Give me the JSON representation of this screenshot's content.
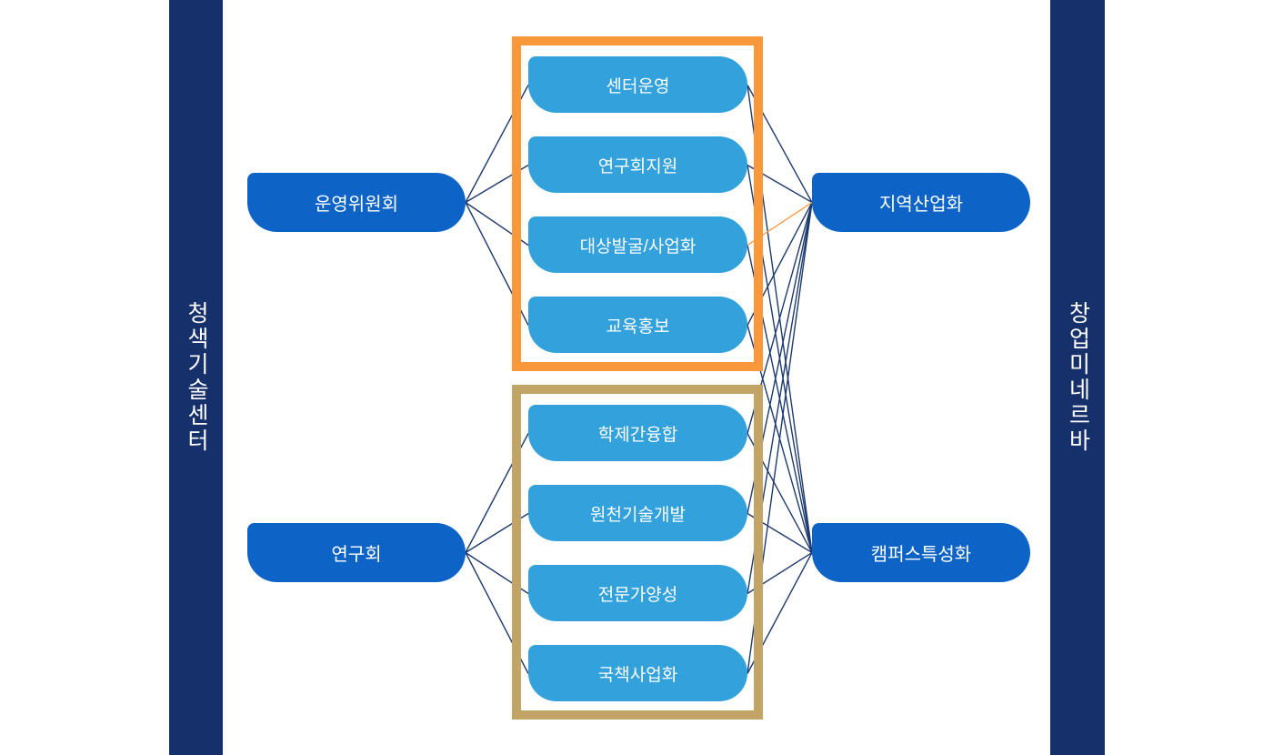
{
  "colors": {
    "sidebar_navy": "#15306b",
    "node_blue": "#0d64c6",
    "box_blue": "#33a1dc",
    "group_top_border": "#f8983a",
    "group_bottom_border": "#c2a466",
    "connector": "#1d3a6e",
    "connector_accent": "#f9a050"
  },
  "sidebar_left": {
    "label": "청색기술센터"
  },
  "sidebar_right": {
    "label": "창업미네르바"
  },
  "nodes": {
    "committee": {
      "label": "운영위원회"
    },
    "research": {
      "label": "연구회"
    },
    "regional": {
      "label": "지역산업화"
    },
    "campus": {
      "label": "캠퍼스특성화"
    }
  },
  "groups": {
    "top": {
      "items": [
        {
          "id": "t1",
          "label": "센터운영"
        },
        {
          "id": "t2",
          "label": "연구회지원"
        },
        {
          "id": "t3",
          "label": "대상발굴/사업화"
        },
        {
          "id": "t4",
          "label": "교육홍보"
        }
      ]
    },
    "bottom": {
      "items": [
        {
          "id": "b1",
          "label": "학제간융합"
        },
        {
          "id": "b2",
          "label": "원천기술개발"
        },
        {
          "id": "b3",
          "label": "전문가양성"
        },
        {
          "id": "b4",
          "label": "국책사업화"
        }
      ]
    }
  },
  "edges": [
    {
      "from": "committee",
      "to": "t1",
      "color": "navy"
    },
    {
      "from": "committee",
      "to": "t2",
      "color": "navy"
    },
    {
      "from": "committee",
      "to": "t3",
      "color": "navy"
    },
    {
      "from": "committee",
      "to": "t4",
      "color": "navy"
    },
    {
      "from": "research",
      "to": "b1",
      "color": "navy"
    },
    {
      "from": "research",
      "to": "b2",
      "color": "navy"
    },
    {
      "from": "research",
      "to": "b3",
      "color": "navy"
    },
    {
      "from": "research",
      "to": "b4",
      "color": "navy"
    },
    {
      "from": "t1",
      "to": "regional",
      "color": "navy"
    },
    {
      "from": "t2",
      "to": "regional",
      "color": "navy"
    },
    {
      "from": "t4",
      "to": "regional",
      "color": "navy"
    },
    {
      "from": "t1",
      "to": "campus",
      "color": "navy"
    },
    {
      "from": "t2",
      "to": "campus",
      "color": "navy"
    },
    {
      "from": "t3",
      "to": "campus",
      "color": "navy"
    },
    {
      "from": "t4",
      "to": "campus",
      "color": "navy"
    },
    {
      "from": "b1",
      "to": "regional",
      "color": "navy"
    },
    {
      "from": "b2",
      "to": "regional",
      "color": "navy"
    },
    {
      "from": "b3",
      "to": "regional",
      "color": "navy"
    },
    {
      "from": "b4",
      "to": "regional",
      "color": "navy"
    },
    {
      "from": "b1",
      "to": "campus",
      "color": "navy"
    },
    {
      "from": "b2",
      "to": "campus",
      "color": "navy"
    },
    {
      "from": "b3",
      "to": "campus",
      "color": "navy"
    },
    {
      "from": "b4",
      "to": "campus",
      "color": "navy"
    },
    {
      "from": "t3",
      "to": "regional",
      "color": "orange"
    }
  ]
}
